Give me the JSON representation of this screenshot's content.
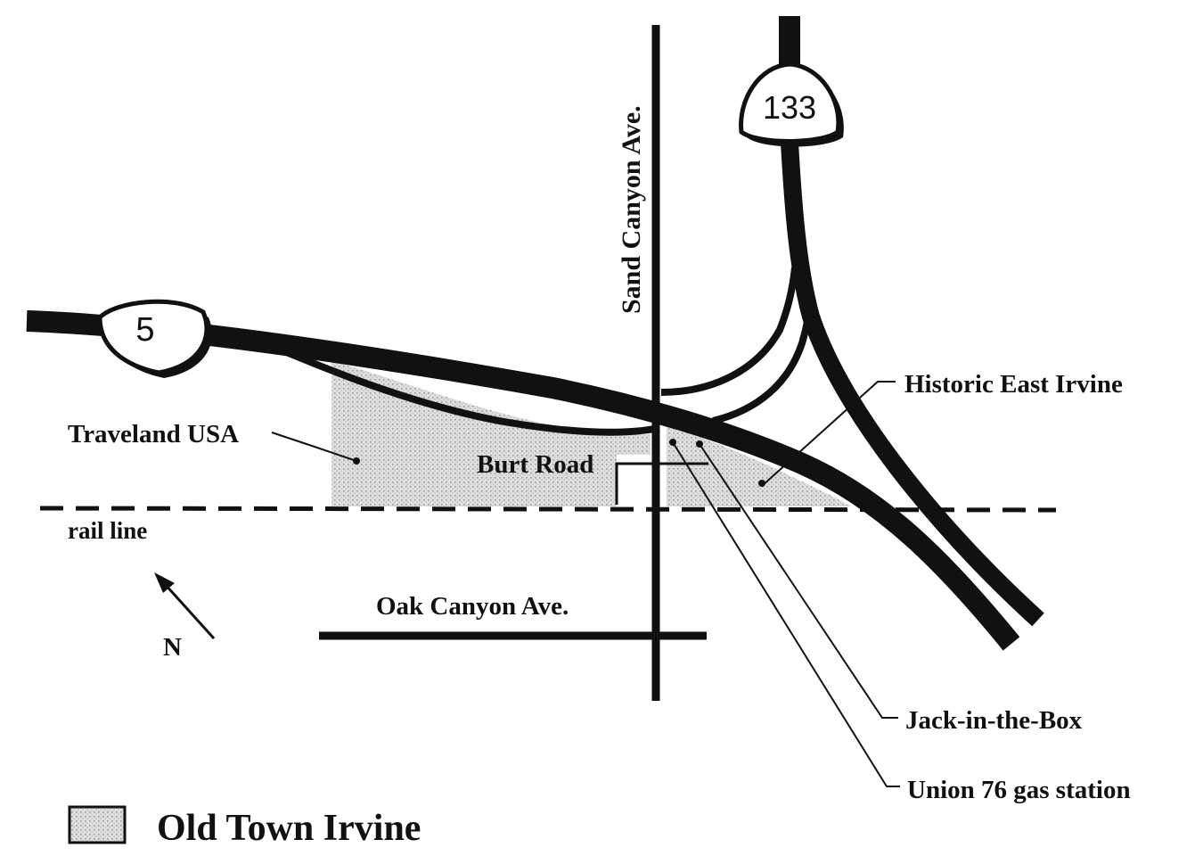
{
  "colors": {
    "ink": "#111111",
    "old_town_fill": "#dcdcdc",
    "background": "#ffffff"
  },
  "routes": {
    "i5_shield": "5",
    "sr133_shield": "133"
  },
  "roads": {
    "sand_canyon": "Sand Canyon Ave.",
    "oak_canyon": "Oak Canyon Ave.",
    "burt_road": "Burt Road",
    "rail_line": "rail line"
  },
  "places": {
    "traveland": "Traveland USA",
    "historic_east_irvine": "Historic East Irvine",
    "jack_in_the_box": "Jack-in-the-Box",
    "union_76": "Union 76 gas station"
  },
  "compass": {
    "north": "N"
  },
  "legend": {
    "old_town": "Old Town Irvine"
  }
}
